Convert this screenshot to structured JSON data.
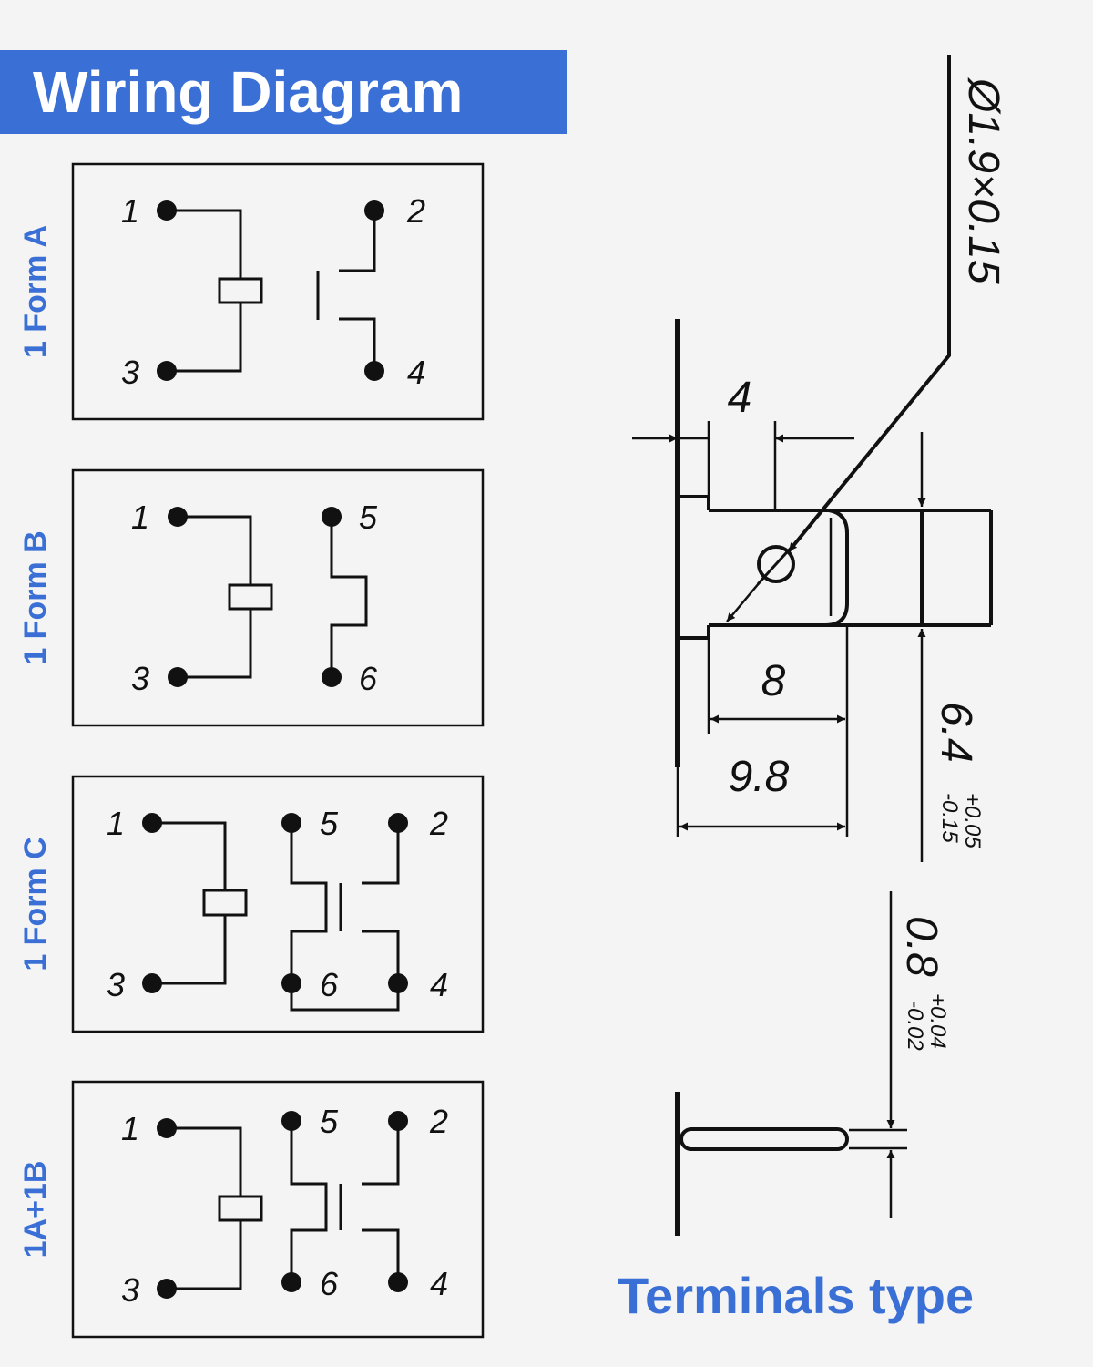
{
  "header": {
    "title": "Wiring Diagram"
  },
  "forms": [
    {
      "label": "1 Form A",
      "pins": [
        "1",
        "2",
        "3",
        "4"
      ]
    },
    {
      "label": "1 Form B",
      "pins": [
        "1",
        "5",
        "3",
        "6"
      ]
    },
    {
      "label": "1 Form C",
      "pins": [
        "1",
        "5",
        "2",
        "3",
        "6",
        "4"
      ]
    },
    {
      "label": "1A+1B",
      "pins": [
        "1",
        "5",
        "2",
        "3",
        "6",
        "4"
      ]
    }
  ],
  "terminal": {
    "title": "Terminals type",
    "hole_diameter": "Ø1.9×0.15",
    "width_4": "4",
    "width_8": "8",
    "width_9_8": "9.8",
    "height": "6.4",
    "height_tol_plus": "+0.05",
    "height_tol_minus": "-0.15",
    "thickness": "0.8",
    "thickness_tol_plus": "+0.04",
    "thickness_tol_minus": "-0.02"
  },
  "colors": {
    "accent": "#3a6fd6",
    "ink": "#111111",
    "background": "#f4f4f4"
  }
}
